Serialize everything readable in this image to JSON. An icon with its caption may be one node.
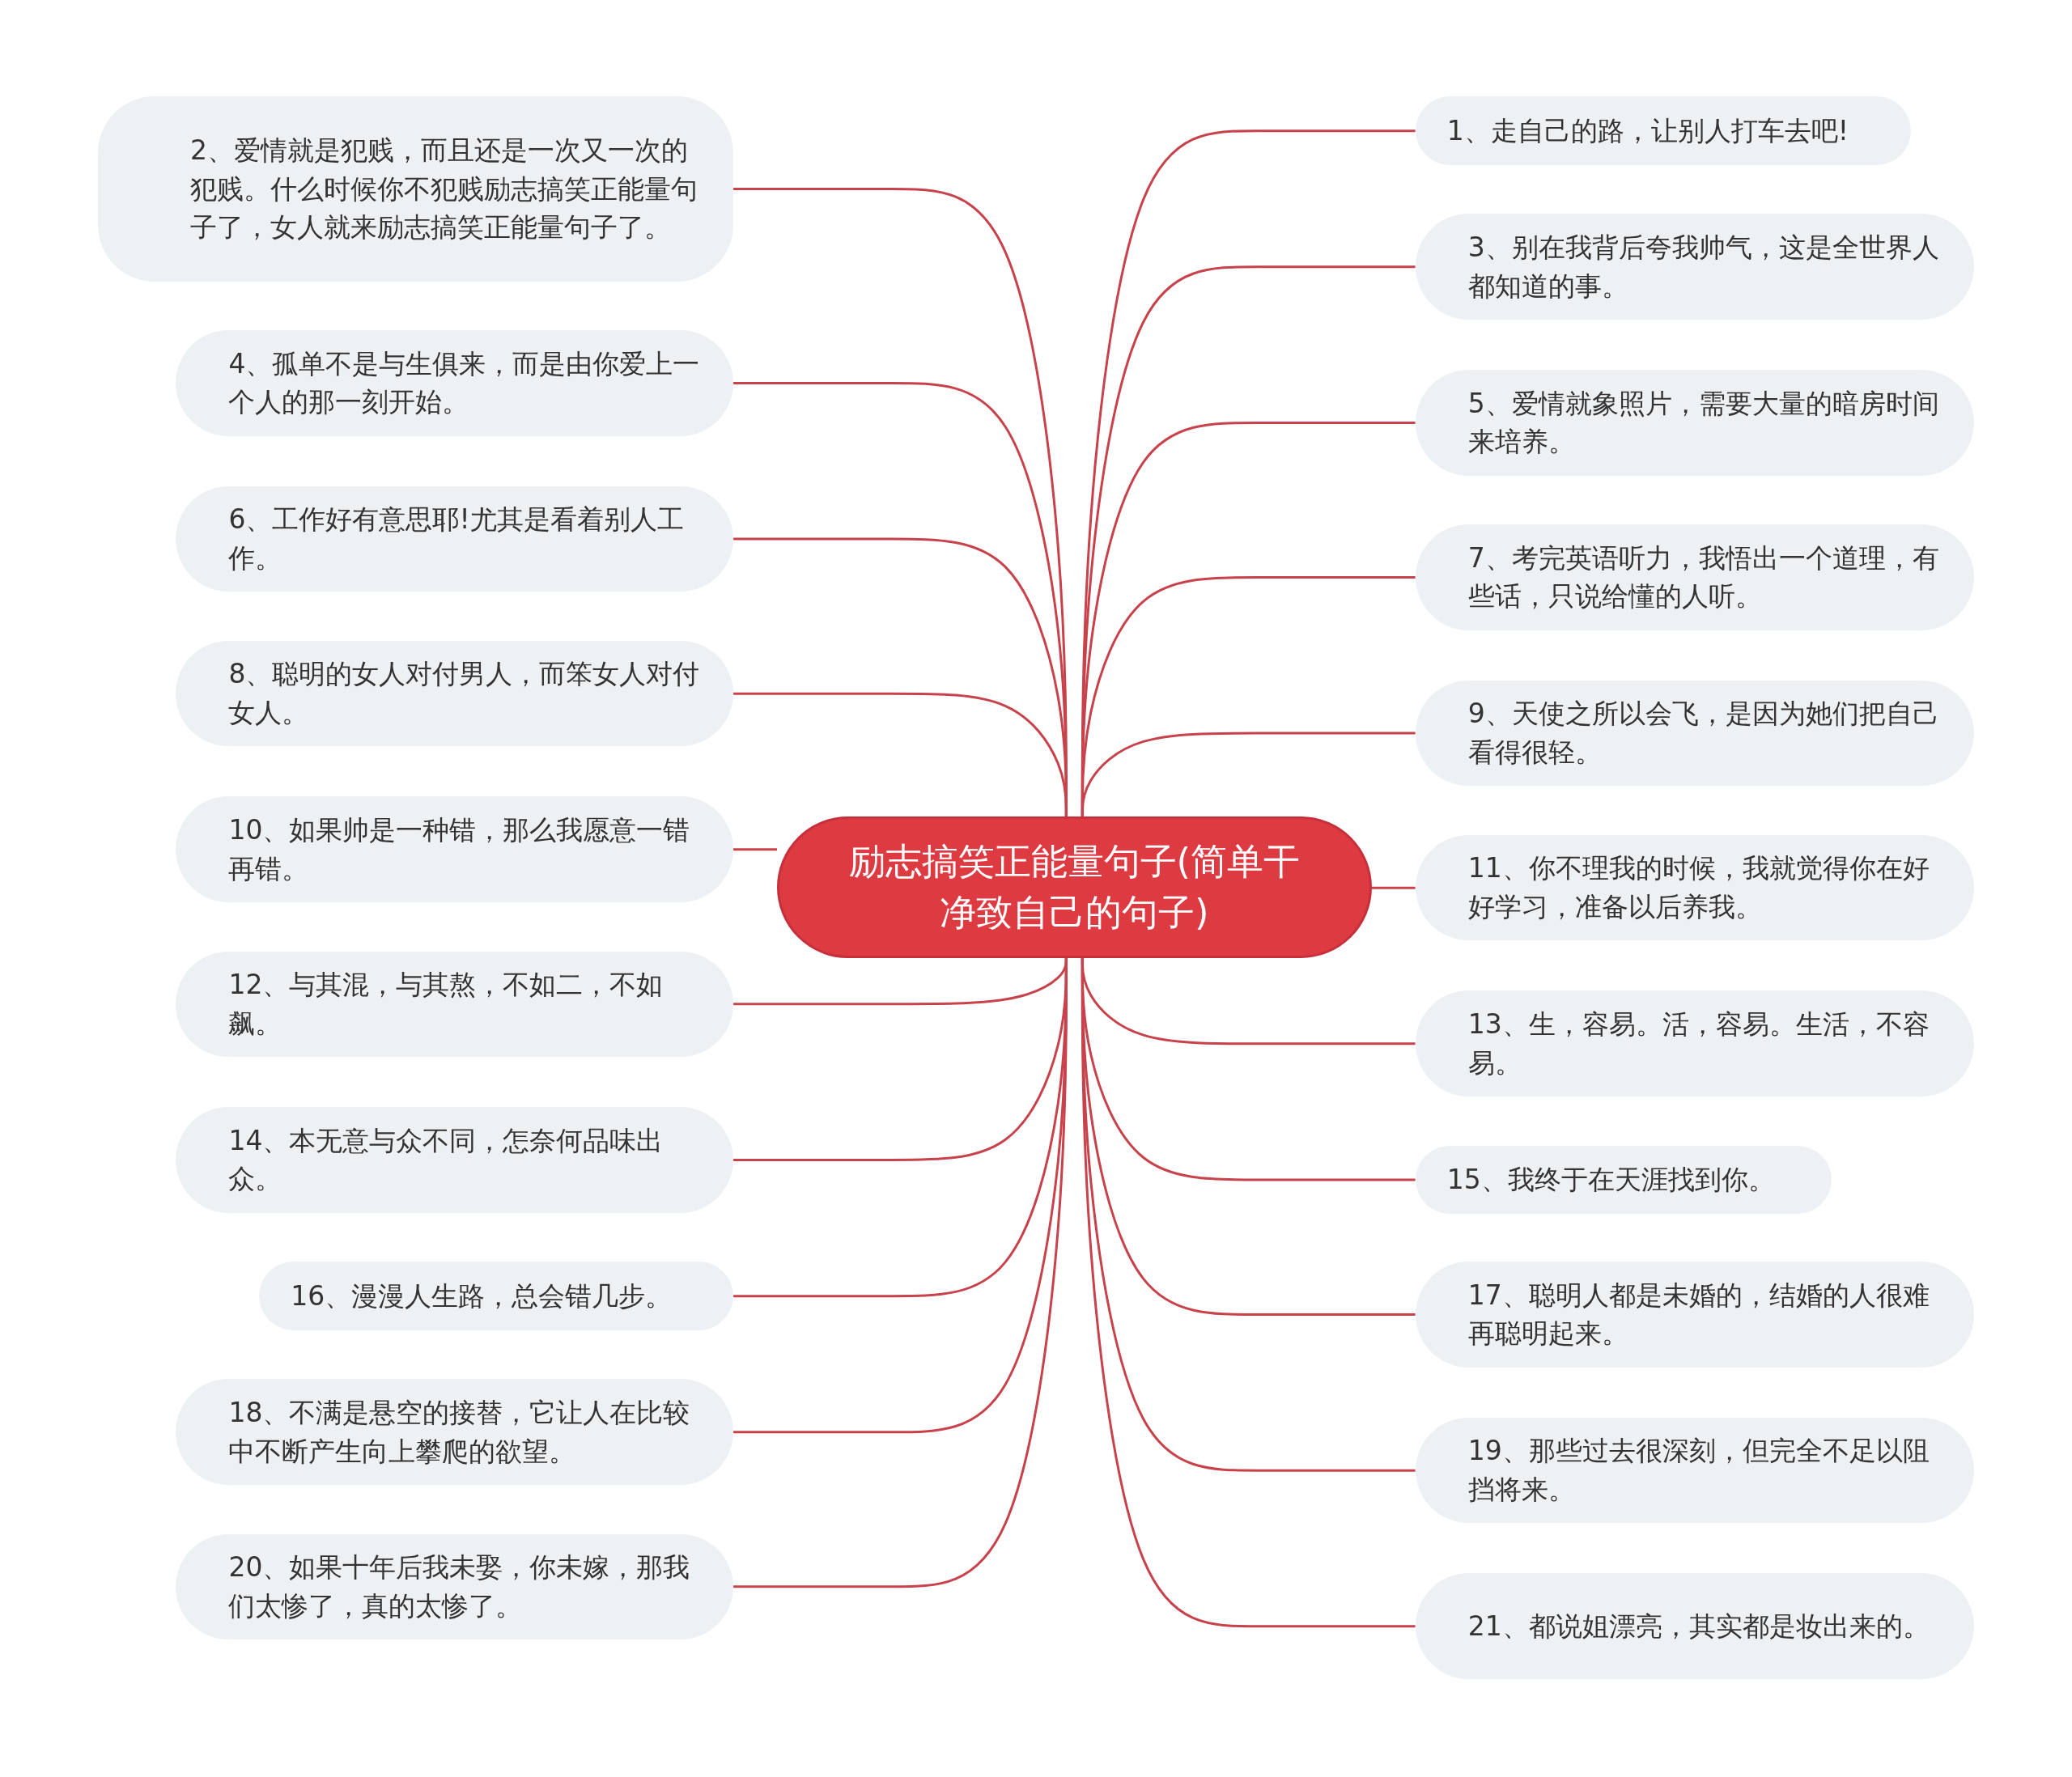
{
  "diagram": {
    "nodes": [
      {
        "text": [
          "励志搞笑正能量句子(简单干净致自己的句子)"
        ]
      },
      {
        "text": [
          "1、走自己的路，让别人打车去吧!"
        ]
      },
      {
        "text": [
          "2、爱情就是犯贱，而且还是一次又一次的犯贱。什么时候你不犯贱励志搞笑正能量句子了，女人就来励志搞笑正能量句子了。"
        ]
      },
      {
        "text": [
          "3、别在我背后夸我帅气，这是全世界人都知道的事。"
        ]
      },
      {
        "text": [
          "4、孤单不是与生俱来，而是由你爱上一个人的那一刻开始。"
        ]
      },
      {
        "text": [
          "5、爱情就象照片，需要大量的暗房时间来培养。"
        ]
      },
      {
        "text": [
          "6、工作好有意思耶!尤其是看着别人工作。"
        ]
      },
      {
        "text": [
          "7、考完英语听力，我悟出一个道理，有些话，只说给懂的人听。"
        ]
      },
      {
        "text": [
          "8、聪明的女人对付男人，而笨女人对付女人。"
        ]
      },
      {
        "text": [
          "9、天使之所以会飞，是因为她们把自己看得很轻。"
        ]
      },
      {
        "text": [
          "10、如果帅是一种错，那么我愿意一错再错。"
        ]
      },
      {
        "text": [
          "11、你不理我的时候，我就觉得你在好好学习，准备以后养我。"
        ]
      },
      {
        "text": [
          "12、与其混，与其熬，不如二，不如飙。"
        ]
      },
      {
        "text": [
          "13、生，容易。活，容易。生活，不容易。"
        ]
      },
      {
        "text": [
          "14、本无意与众不同，怎奈何品味出众。"
        ]
      },
      {
        "text": [
          "15、我终于在天涯找到你。"
        ]
      },
      {
        "text": [
          "16、漫漫人生路，总会错几步。"
        ]
      },
      {
        "text": [
          "17、聪明人都是未婚的，结婚的人很难再聪明起来。"
        ]
      },
      {
        "text": [
          "18、不满是悬空的接替，它让人在比较中不断产生向上攀爬的欲望。"
        ]
      },
      {
        "text": [
          "19、那些过去很深刻，但完全不足以阻挡将来。"
        ]
      },
      {
        "text": [
          "20、如果十年后我未娶，你未嫁，那我们太惨了，真的太惨了。"
        ]
      },
      {
        "text": [
          "21、都说姐漂亮，其实都是妆出来的。"
        ]
      }
    ],
    "edges": [
      {
        "from": 0,
        "to": 1,
        "arrow": "none"
      },
      {
        "from": 0,
        "to": 2,
        "arrow": "none"
      },
      {
        "from": 0,
        "to": 3,
        "arrow": "none"
      },
      {
        "from": 0,
        "to": 4,
        "arrow": "none"
      },
      {
        "from": 0,
        "to": 5,
        "arrow": "none"
      },
      {
        "from": 0,
        "to": 6,
        "arrow": "none"
      },
      {
        "from": 0,
        "to": 7,
        "arrow": "none"
      },
      {
        "from": 0,
        "to": 8,
        "arrow": "none"
      },
      {
        "from": 0,
        "to": 9,
        "arrow": "none"
      },
      {
        "from": 0,
        "to": 10,
        "arrow": "none"
      },
      {
        "from": 0,
        "to": 11,
        "arrow": "none"
      },
      {
        "from": 0,
        "to": 12,
        "arrow": "none"
      },
      {
        "from": 0,
        "to": 13,
        "arrow": "none"
      },
      {
        "from": 0,
        "to": 14,
        "arrow": "none"
      },
      {
        "from": 0,
        "to": 15,
        "arrow": "none"
      },
      {
        "from": 0,
        "to": 16,
        "arrow": "none"
      },
      {
        "from": 0,
        "to": 17,
        "arrow": "none"
      },
      {
        "from": 0,
        "to": 18,
        "arrow": "none"
      },
      {
        "from": 0,
        "to": 19,
        "arrow": "none"
      },
      {
        "from": 0,
        "to": 20,
        "arrow": "none"
      },
      {
        "from": 0,
        "to": 21,
        "arrow": "none"
      }
    ]
  }
}
